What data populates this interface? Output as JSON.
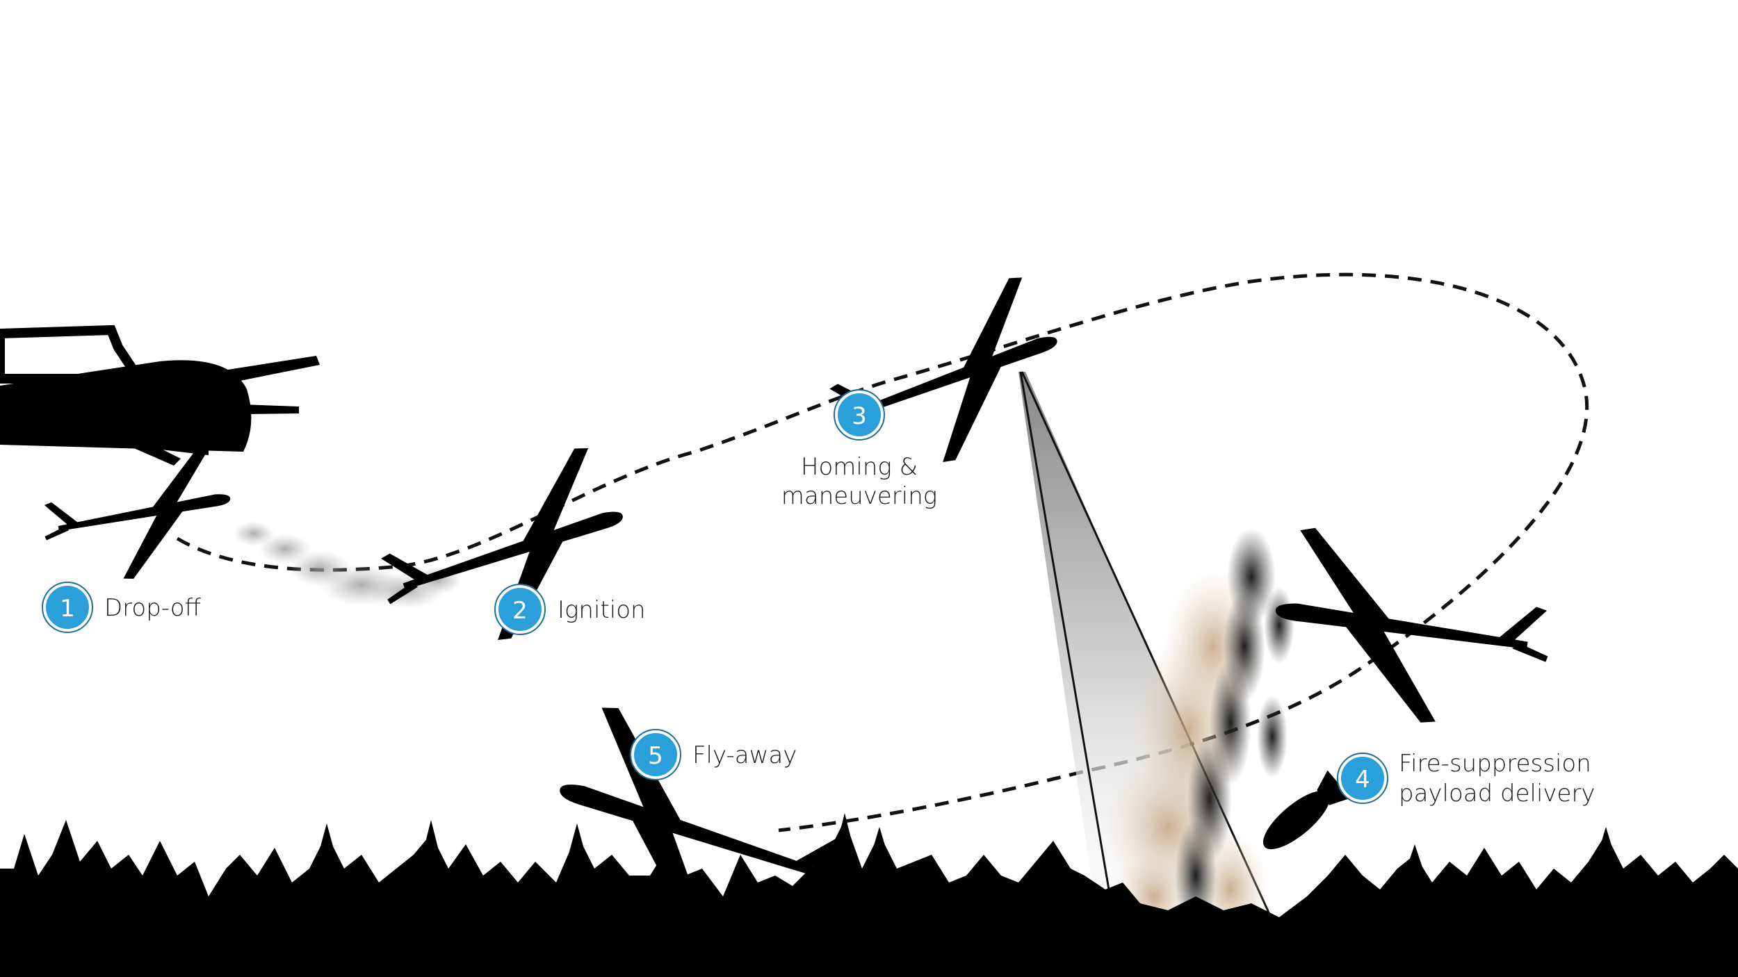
{
  "steps": [
    {
      "number": "1",
      "label_lines": [
        "Drop-off"
      ]
    },
    {
      "number": "2",
      "label_lines": [
        "Ignition"
      ]
    },
    {
      "number": "3",
      "label_lines": [
        "Homing &",
        "maneuvering"
      ]
    },
    {
      "number": "4",
      "label_lines": [
        "Fire-suppression",
        "payload delivery"
      ]
    },
    {
      "number": "5",
      "label_lines": [
        "Fly-away"
      ]
    }
  ],
  "colors": {
    "badge": "#2b9fd9",
    "silhouette": "#000000",
    "path": "#111111",
    "smoke_dark": "#1e1e1e",
    "smoke_light": "#c9b49a",
    "exhaust": "#bdbdbd"
  },
  "icons": [
    "mothership-drone-icon",
    "glider-drone-icon",
    "payload-canister-icon",
    "forest-treeline",
    "fire-smoke"
  ]
}
